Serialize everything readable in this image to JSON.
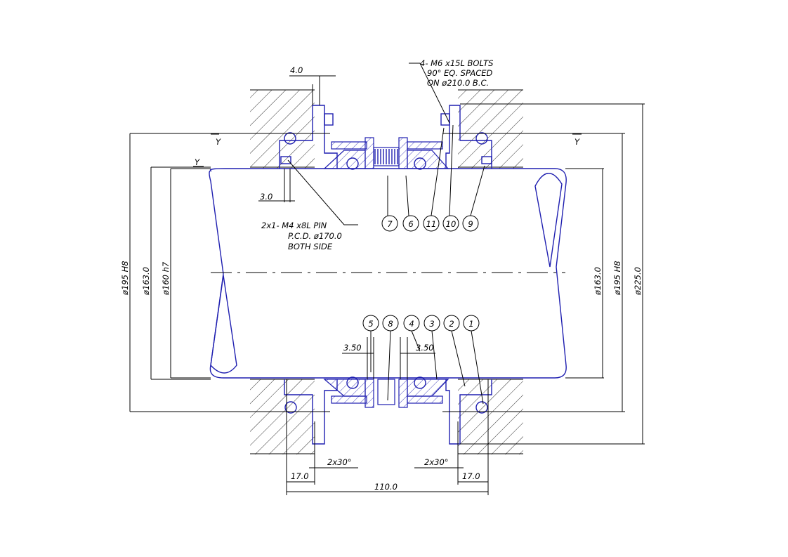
{
  "dimensions": {
    "d4": "4.0",
    "d3": "3.0",
    "d17_left": "17.0",
    "d17_right": "17.0",
    "d110": "110.0",
    "d350_left": "3.50",
    "d350_right": "3.50",
    "chamfer_left": "2x30°",
    "chamfer_right": "2x30°",
    "dia195_left": "ø195 H8",
    "dia163_left": "ø163.0",
    "dia160": "ø160 h7",
    "dia163_right": "ø163.0",
    "dia195_right": "ø195 H8",
    "dia225": "ø225.0"
  },
  "notes": {
    "bolts": [
      "4- M6 x15L BOLTS",
      "90° EQ. SPACED",
      "ON ø210.0 B.C."
    ],
    "pins": [
      "2x1- M4 x8L PIN",
      "P.C.D. ø170.0",
      "BOTH SIDE"
    ]
  },
  "surface_marks": [
    "Y",
    "Y",
    "Y"
  ],
  "balloons_top": [
    "7",
    "6",
    "11",
    "10",
    "9"
  ],
  "balloons_bottom": [
    "5",
    "8",
    "4",
    "3",
    "2",
    "1"
  ],
  "colors": {
    "part": "#1f1fb0",
    "line": "#000000"
  }
}
